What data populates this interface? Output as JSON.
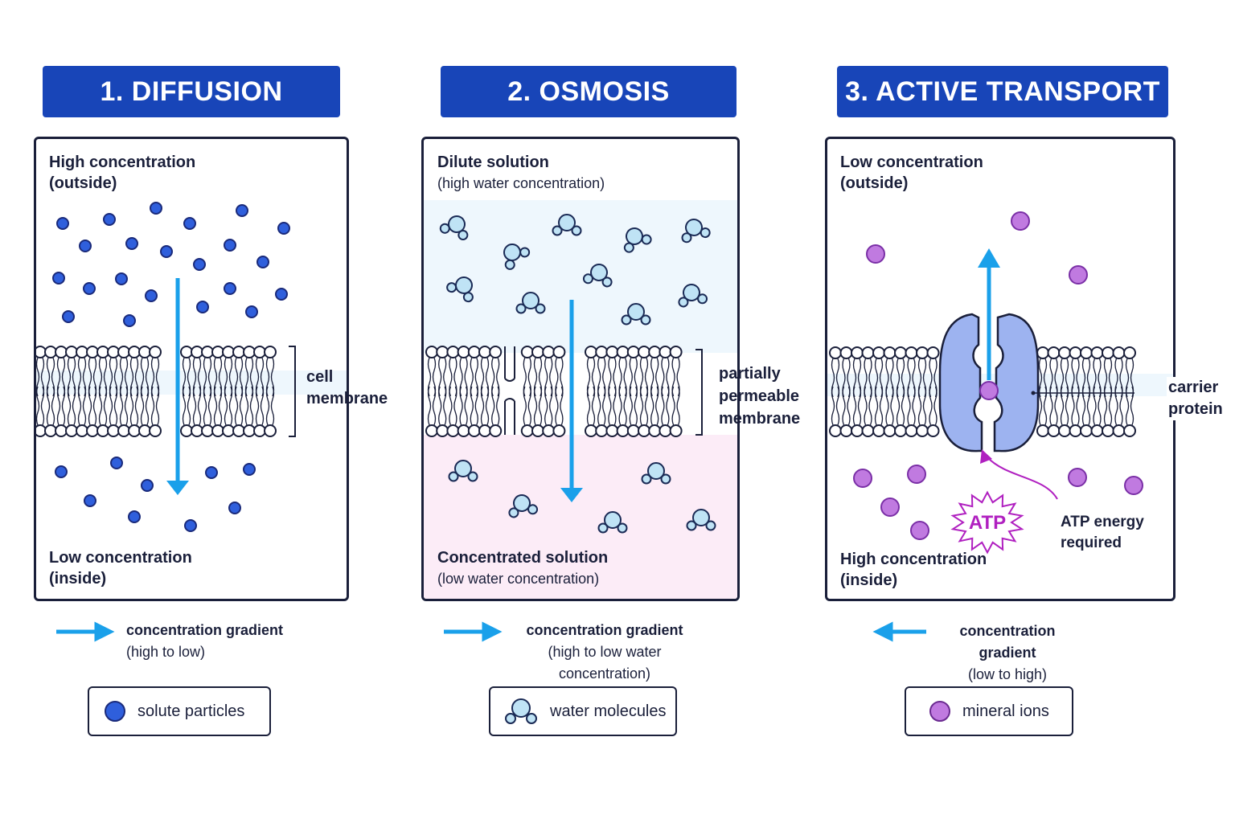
{
  "colors": {
    "title_bg": "#1845b8",
    "solute": "#2f5fdc",
    "water_fill": "#bfe3f5",
    "ion": "#c07ae0",
    "ion_outline": "#7a2fa6",
    "arrow": "#1aa0ea",
    "atp": "#b020c0",
    "carrier_protein": "#9db3f0",
    "dilute_bg": "#eef7fd",
    "concentrated_bg": "#fcecf7"
  },
  "panels": [
    {
      "title": "1. DIFFUSION",
      "top_label_line1": "High concentration",
      "top_label_line2": "(outside)",
      "bottom_label_line1": "Low concentration",
      "bottom_label_line2": "(inside)",
      "membrane_label_line1": "cell",
      "membrane_label_line2": "membrane",
      "gradient_line1": "concentration gradient",
      "gradient_line2": "(high to low)",
      "legend_label": "solute particles",
      "legend_icon": "solute-particle-icon"
    },
    {
      "title": "2. OSMOSIS",
      "top_label_line1": "Dilute solution",
      "top_label_line2": "(high water concentration)",
      "bottom_label_line1": "Concentrated solution",
      "bottom_label_line2": "(low water concentration)",
      "membrane_label_line1": "partially",
      "membrane_label_line2": "permeable",
      "membrane_label_line3": "membrane",
      "gradient_line1": "concentration gradient",
      "gradient_line2": "(high to low water concentration)",
      "legend_label": "water molecules",
      "legend_icon": "water-molecule-icon"
    },
    {
      "title": "3. ACTIVE TRANSPORT",
      "top_label_line1": "Low concentration",
      "top_label_line2": "(outside)",
      "bottom_label_line1": "High concentration",
      "bottom_label_line2": "(inside)",
      "protein_label_line1": "carrier",
      "protein_label_line2": "protein",
      "atp_label": "ATP",
      "atp_note_line1": "ATP energy",
      "atp_note_line2": "required",
      "gradient_line1": "concentration gradient",
      "gradient_line2": "(low to high)",
      "legend_label": "mineral ions",
      "legend_icon": "mineral-ion-icon"
    }
  ]
}
